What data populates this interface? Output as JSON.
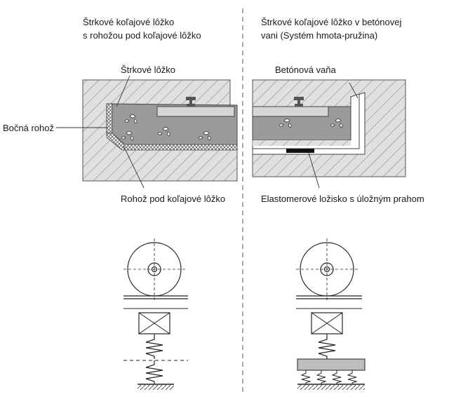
{
  "left": {
    "title_line1": "Štrkové koľajové lôžko",
    "title_line2": "s rohožou pod koľajové lôžko",
    "label_ballast": "Štrkové lôžko",
    "label_side_mat": "Bočná rohož",
    "label_under_mat": "Rohož pod koľajové lôžko"
  },
  "right": {
    "title_line1": "Štrkové koľajové lôžko v betónovej",
    "title_line2": "vani (Systém hmota-pružina)",
    "label_trough": "Betónová vaňa",
    "label_bearing": "Elastomerové ložisko s úložným prahom"
  }
}
